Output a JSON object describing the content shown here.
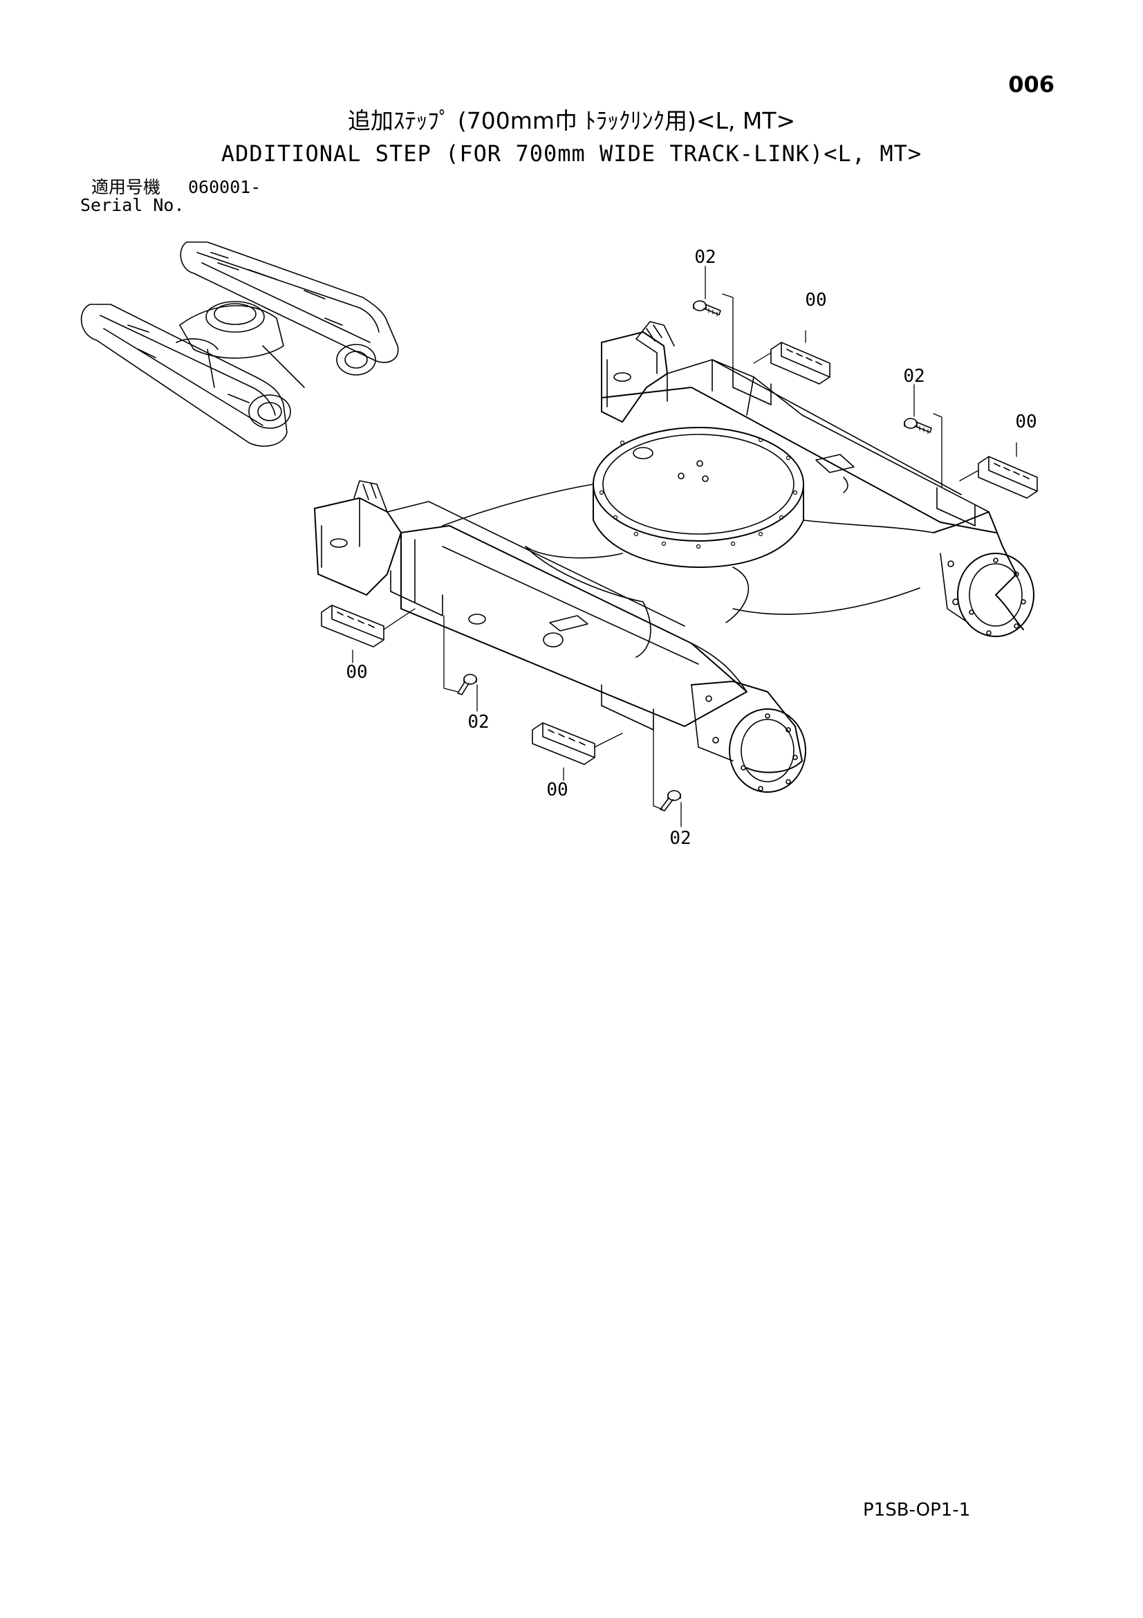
{
  "page_number": "006",
  "title_jp": "追加ｽﾃｯﾌﾟ (700mm巾 ﾄﾗｯｸﾘﾝｸ用)<L, MT>",
  "title_en": "ADDITIONAL STEP (FOR 700mm WIDE TRACK-LINK)<L, MT>",
  "serial": {
    "label_jp": "適用号機",
    "value": "060001-",
    "label_en": "Serial No."
  },
  "callouts": {
    "step_a": "00",
    "step_b": "00",
    "step_c": "00",
    "step_d": "00",
    "bolt_a": "02",
    "bolt_b": "02",
    "bolt_c": "02",
    "bolt_d": "02"
  },
  "doc_code": "P1SB-OP1-1"
}
